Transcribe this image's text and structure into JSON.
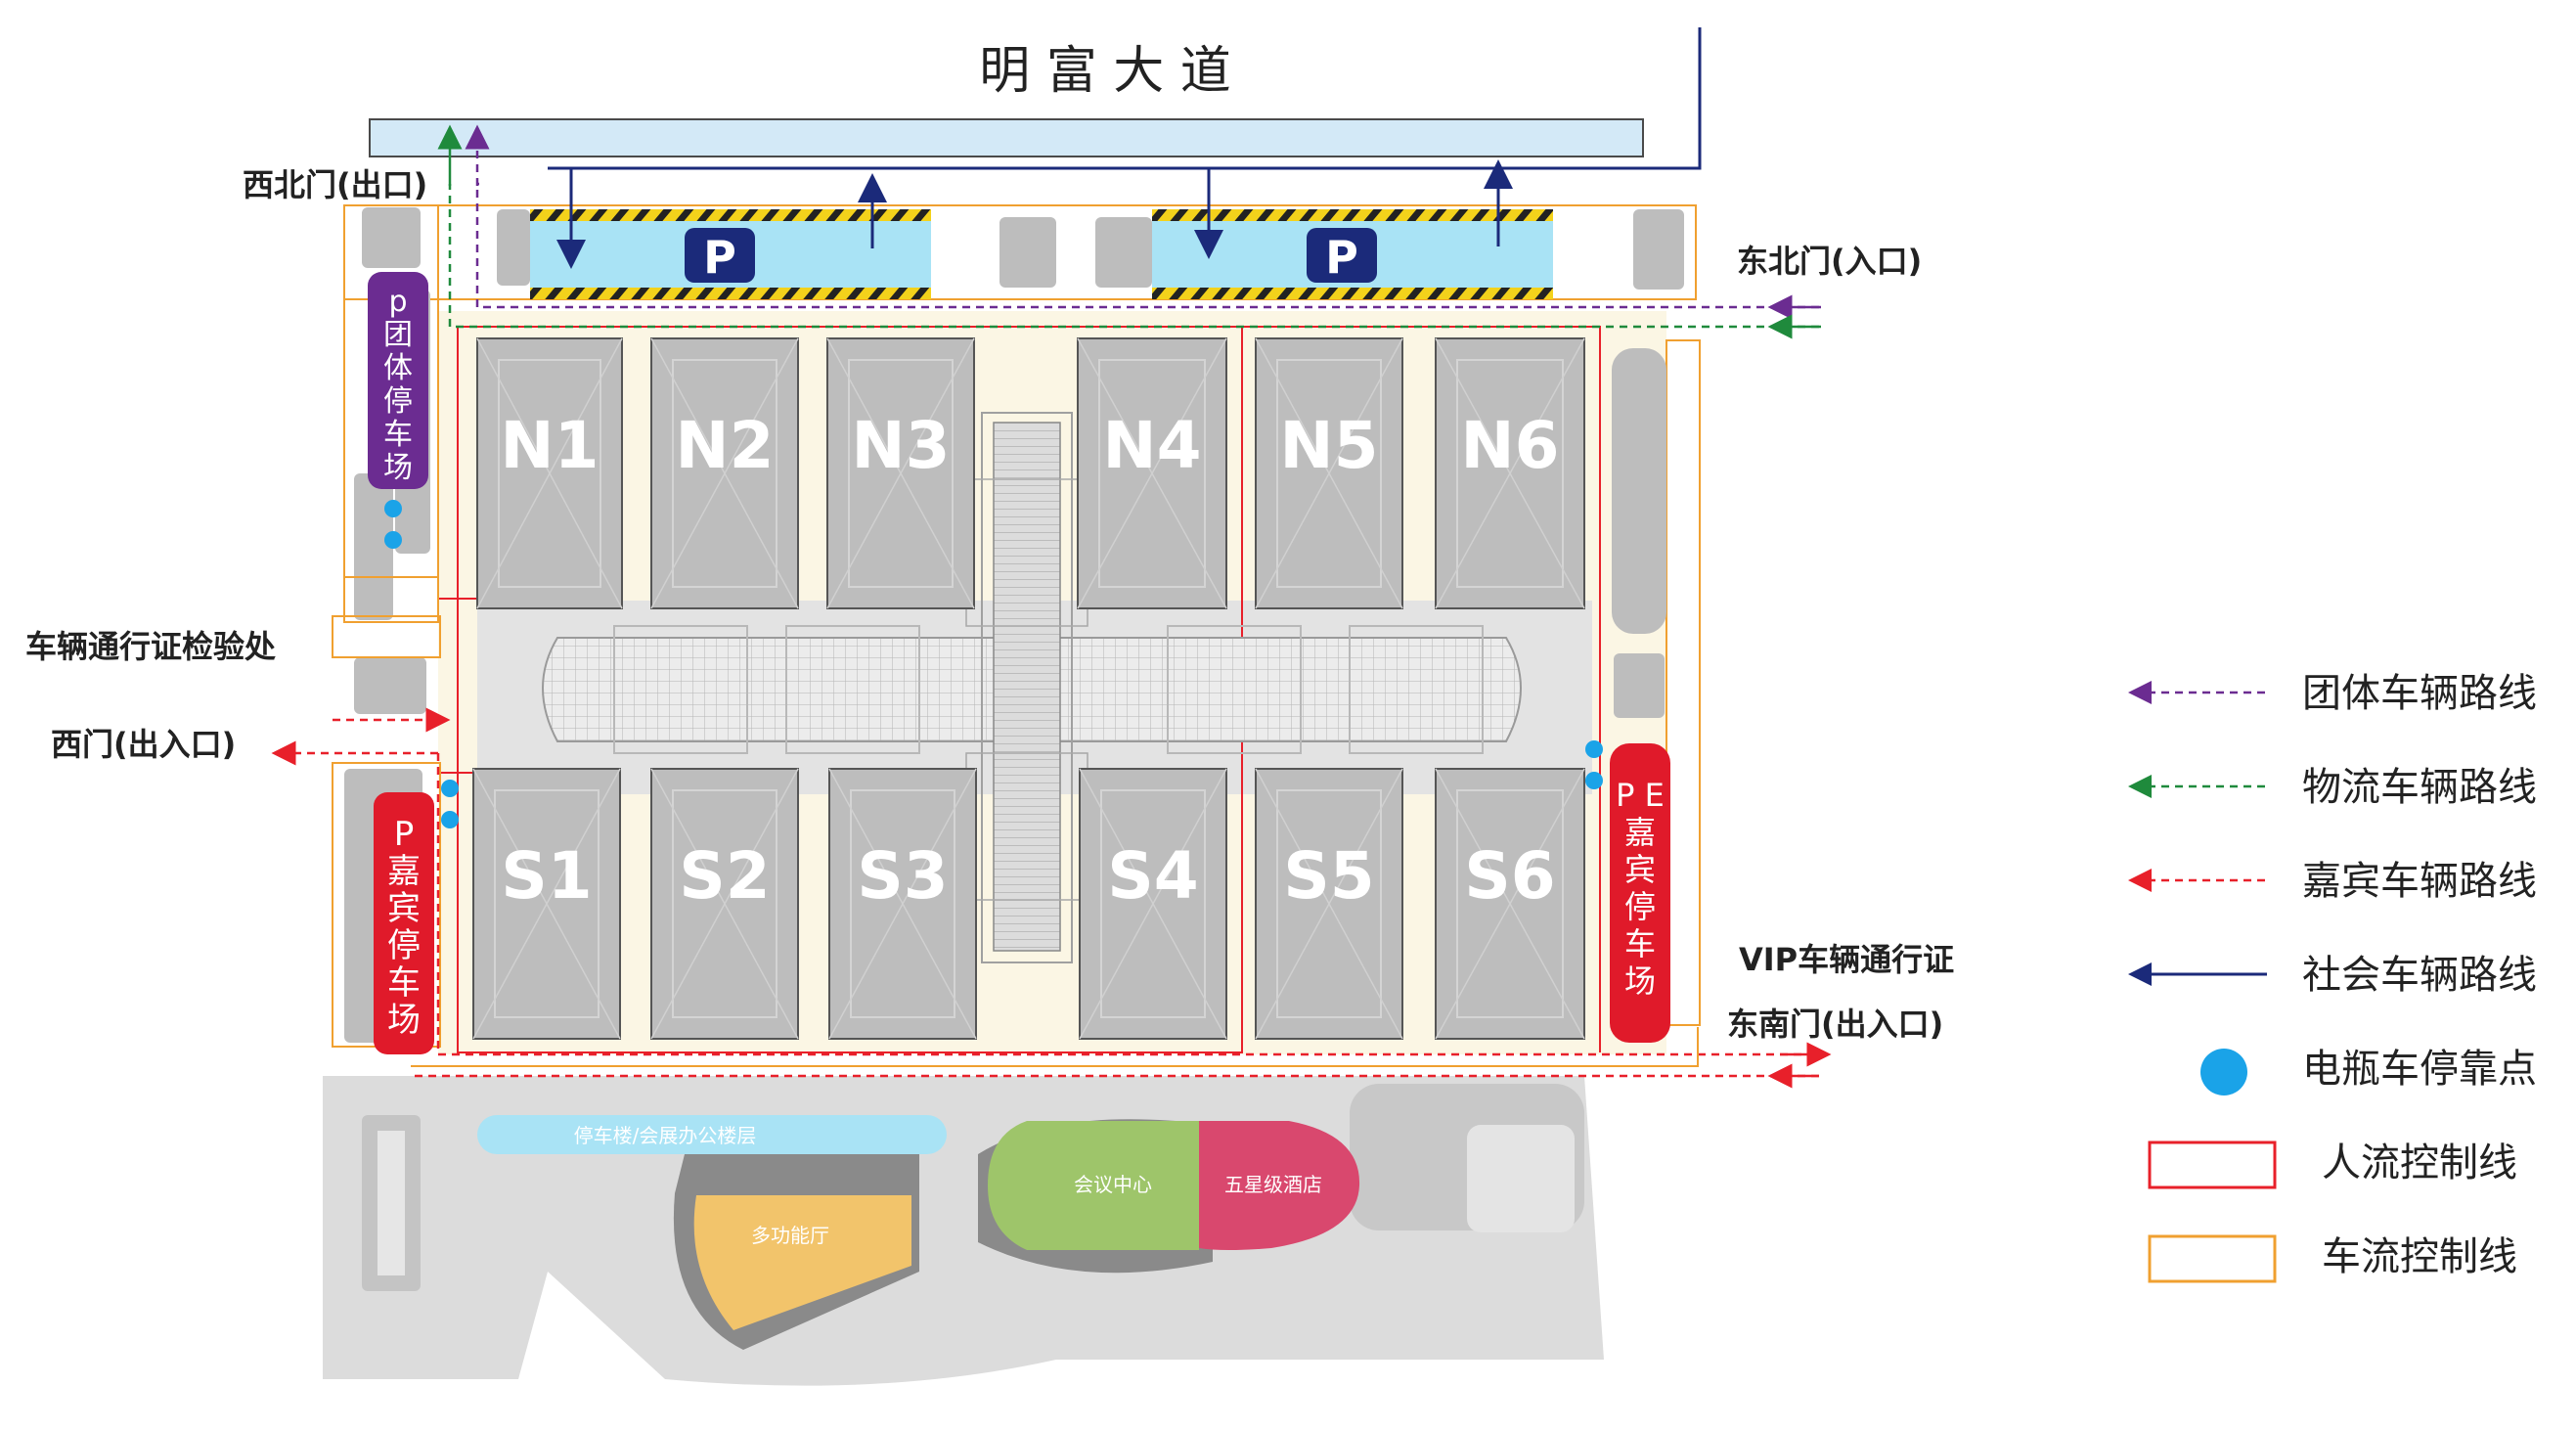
{
  "road": {
    "name": "明 富 大 道"
  },
  "gates": {
    "northwest": "西北门(出口)",
    "northeast": "东北门(入口)",
    "west": "西门(出入口)",
    "southeast": "东南门(出入口)"
  },
  "checkpoint": "车辆通行证检验处",
  "vip_pass": "VIP车辆通行证",
  "parking": {
    "p_symbol": "P",
    "group_lot": {
      "prefix": "p",
      "chars": [
        "团",
        "体",
        "停",
        "车",
        "场"
      ]
    },
    "vip_lot_west": {
      "prefix": "P",
      "chars": [
        "嘉",
        "宾",
        "停",
        "车",
        "场"
      ]
    },
    "vip_lot_east": {
      "prefix": "P E",
      "chars": [
        "嘉",
        "宾",
        "停",
        "车",
        "场"
      ]
    }
  },
  "halls": {
    "north": [
      "N1",
      "N2",
      "N3",
      "N4",
      "N5",
      "N6"
    ],
    "south": [
      "S1",
      "S2",
      "S3",
      "S4",
      "S5",
      "S6"
    ]
  },
  "facilities": {
    "parking_building": "停车楼/会展办公楼层",
    "multi_hall": "多功能厅",
    "conference": "会议中心",
    "hotel": "五星级酒店"
  },
  "legend": {
    "items": [
      {
        "label": "团体车辆路线",
        "color": "#6b2c91",
        "style": "dashed-arrow"
      },
      {
        "label": "物流车辆路线",
        "color": "#1f8a3c",
        "style": "dashed-arrow"
      },
      {
        "label": "嘉宾车辆路线",
        "color": "#e8202a",
        "style": "dashed-arrow"
      },
      {
        "label": "社会车辆路线",
        "color": "#1b2a7a",
        "style": "solid-arrow"
      },
      {
        "label": "电瓶车停靠点",
        "color": "#1aa3e8",
        "style": "dot"
      },
      {
        "label": "人流控制线",
        "color": "#e8202a",
        "style": "box"
      },
      {
        "label": "车流控制线",
        "color": "#f0a030",
        "style": "box"
      }
    ]
  },
  "colors": {
    "hall": "#bdbdbd",
    "venue_bg": "#fbf6e4",
    "corridor": "#e3e3e3",
    "road_blue": "#d3e9f7",
    "parking_blue": "#a9e3f5",
    "group_purple": "#6b2c91",
    "vip_red": "#e01a2a",
    "shuttle_blue": "#1aa3e8",
    "multi_hall": "#f2c46b",
    "conference": "#9ec56a",
    "hotel": "#d9486e"
  }
}
